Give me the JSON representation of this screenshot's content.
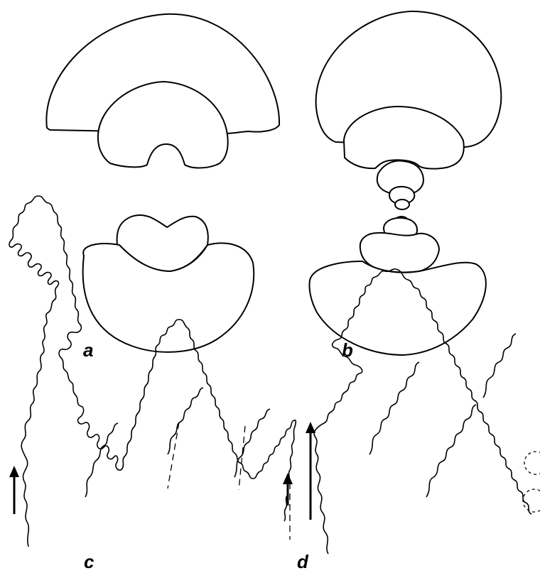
{
  "panels": [
    {
      "id": "a",
      "label": "a"
    },
    {
      "id": "b",
      "label": "b"
    },
    {
      "id": "c",
      "label": "c"
    },
    {
      "id": "d",
      "label": "d"
    }
  ]
}
